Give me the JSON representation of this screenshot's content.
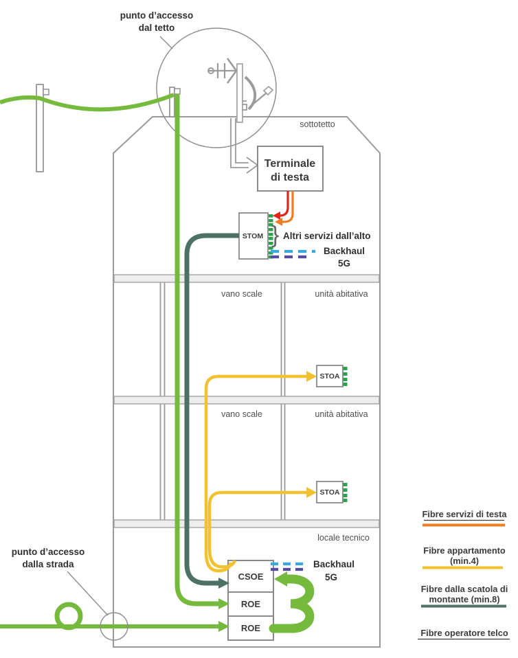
{
  "labels": {
    "roof_access_line1": "punto d’accesso",
    "roof_access_line2": "dal tetto",
    "street_access_line1": "punto d’accesso",
    "street_access_line2": "dalla strada",
    "attic": "sottotetto",
    "stairwell": "vano scale",
    "housing_unit": "unità abitativa",
    "technical_room": "locale tecnico",
    "other_services_from_above": "Altri servizi dall’alto",
    "backhaul": "Backhaul",
    "backhaul_5g": "5G",
    "brace": "}"
  },
  "boxes": {
    "head_terminal_line1": "Terminale",
    "head_terminal_line2": "di testa",
    "stom": "STOM",
    "stoa": "STOA",
    "csoe": "CSOE",
    "roe": "ROE"
  },
  "legend": {
    "items": [
      {
        "label": "Fibre servizi di testa",
        "color": "#ee7d23",
        "underlined": true
      },
      {
        "label": "Fibre appartamento",
        "label2": "(min.4)",
        "color": "#f2c12e",
        "underlined": false
      },
      {
        "label": "Fibre dalla scatola di",
        "label2": "montante (min.8)",
        "color": "#4d7263",
        "underlined": false
      },
      {
        "label": "Fibre operatore telco",
        "color": "#76ba3d",
        "underlined": true
      }
    ]
  },
  "colors": {
    "fiber_head_services_orange": "#ee7d23",
    "fiber_head_services_red": "#e1251b",
    "fiber_apartment_yellow": "#f2c12e",
    "fiber_riser_dark_green": "#4d7263",
    "fiber_telco_green": "#76ba3d",
    "backhaul_blue": "#36a9e1",
    "backhaul_purple": "#544da1",
    "port_green": "#2ca04c",
    "outline_grey": "#9a9a9a"
  }
}
